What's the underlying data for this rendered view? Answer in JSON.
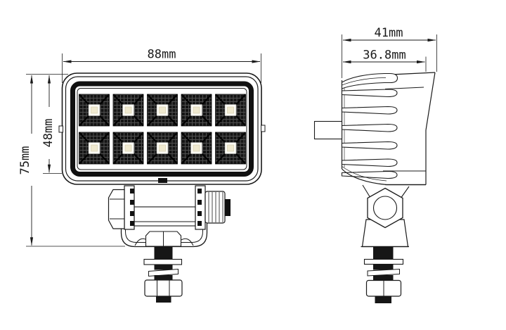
{
  "drawing": {
    "labels": {
      "front_width": "88mm",
      "front_total_height": "75mm",
      "front_lens_height": "48mm",
      "side_total_depth": "41mm",
      "side_body_depth": "36.8mm"
    },
    "front_view": {
      "led_grid": {
        "rows": 2,
        "cols": 5
      }
    },
    "side_view": {
      "fin_count": 7
    },
    "colors": {
      "line": "#1a1a1a",
      "mesh_dark": "#141414",
      "mesh_light": "#4f4f4f",
      "led_ring": "#fcfbf4",
      "led_chip": "#f0ead0",
      "stud_black": "#161616",
      "background": "#ffffff"
    }
  }
}
